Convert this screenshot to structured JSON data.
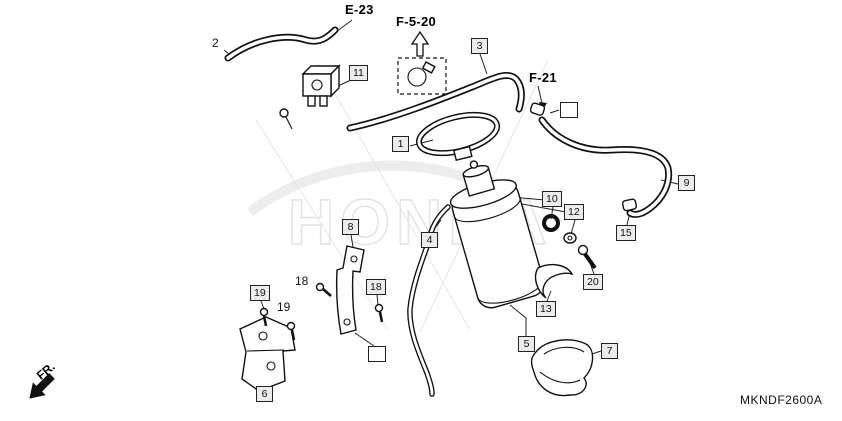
{
  "diagram": {
    "code": "MKNDF2600A",
    "fr_label": "FR.",
    "watermark": "HONDA",
    "refs": {
      "e23": "E-23",
      "f520": "F-5-20",
      "f21": "F-21"
    },
    "callouts": {
      "boxed": [
        "1",
        "3",
        "4",
        "5",
        "6",
        "7",
        "8",
        "9",
        "10",
        "11",
        "12",
        "13",
        "15",
        "18",
        "19",
        "20"
      ],
      "plain": [
        "2",
        "18",
        "19"
      ]
    },
    "icons": {
      "fr_arrow": "arrow-southwest",
      "f520_arrow": "arrow-up-outline",
      "f21_arrow": "arrow-down"
    }
  }
}
